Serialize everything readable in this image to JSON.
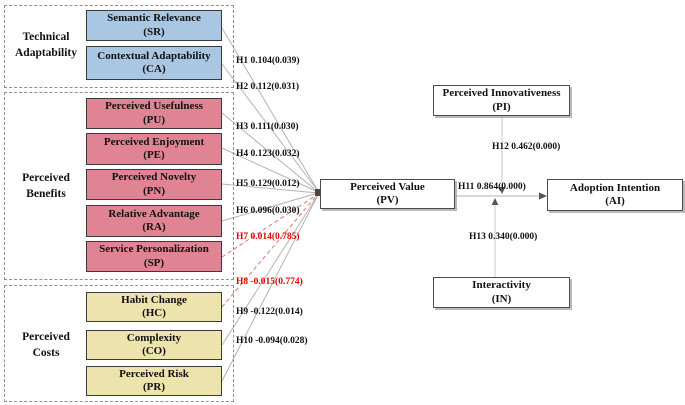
{
  "figure": {
    "type": "sem-path-diagram"
  },
  "colors": {
    "box_blue": "#a9c6e3",
    "box_pink": "#e08494",
    "box_yellow": "#ece3ad",
    "box_white": "#ffffff",
    "insignificant_red": "#e60000",
    "line_gray": "#b3b3b3",
    "insig_line_red": "#e57368",
    "group_border": "#8f8f8f"
  },
  "groups": [
    {
      "line1": "Technical",
      "line2": "Adaptability"
    },
    {
      "line1": "Perceived",
      "line2": "Benefits"
    },
    {
      "line1": "Perceived",
      "line2": "Costs"
    }
  ],
  "nodes": {
    "sr": {
      "title": "Semantic Relevance",
      "abbr": "(SR)"
    },
    "ca": {
      "title": "Contextual Adaptability",
      "abbr": "(CA)"
    },
    "pu": {
      "title": "Perceived Usefulness",
      "abbr": "(PU)"
    },
    "pe": {
      "title": "Perceived Enjoyment",
      "abbr": "(PE)"
    },
    "pn": {
      "title": "Perceived Novelty",
      "abbr": "(PN)"
    },
    "ra": {
      "title": "Relative Advantage",
      "abbr": "(RA)"
    },
    "sp": {
      "title": "Service Personalization",
      "abbr": "(SP)"
    },
    "hc": {
      "title": "Habit Change",
      "abbr": "(HC)"
    },
    "co": {
      "title": "Complexity",
      "abbr": "(CO)"
    },
    "pr": {
      "title": "Perceived Risk",
      "abbr": "(PR)"
    },
    "pv": {
      "title": "Perceived Value",
      "abbr": "(PV)"
    },
    "pi": {
      "title": "Perceived Innovativeness",
      "abbr": "(PI)"
    },
    "ai": {
      "title": "Adoption Intention",
      "abbr": "(AI)"
    },
    "in": {
      "title": "Interactivity",
      "abbr": "(IN)"
    }
  },
  "paths": {
    "h1": {
      "label": "H1 0.104(0.039)",
      "significant": true
    },
    "h2": {
      "label": "H2 0.112(0.031)",
      "significant": true
    },
    "h3": {
      "label": "H3 0.111(0.030)",
      "significant": true
    },
    "h4": {
      "label": "H4 0.123(0.032)",
      "significant": true
    },
    "h5": {
      "label": "H5 0.129(0.012)",
      "significant": true
    },
    "h6": {
      "label": "H6 0.096(0.030)",
      "significant": true
    },
    "h7": {
      "label": "H7 0.014(0.785)",
      "significant": false
    },
    "h8": {
      "label": "H8 -0.015(0.774)",
      "significant": false
    },
    "h9": {
      "label": "H9 -0.122(0.014)",
      "significant": true
    },
    "h10": {
      "label": "H10 -0.094(0.028)",
      "significant": true
    },
    "h11": {
      "label": "H11 0.864(0.000)",
      "significant": true
    },
    "h12": {
      "label": "H12 0.462(0.000)",
      "significant": true
    },
    "h13": {
      "label": "H13 0.340(0.000)",
      "significant": true
    }
  }
}
